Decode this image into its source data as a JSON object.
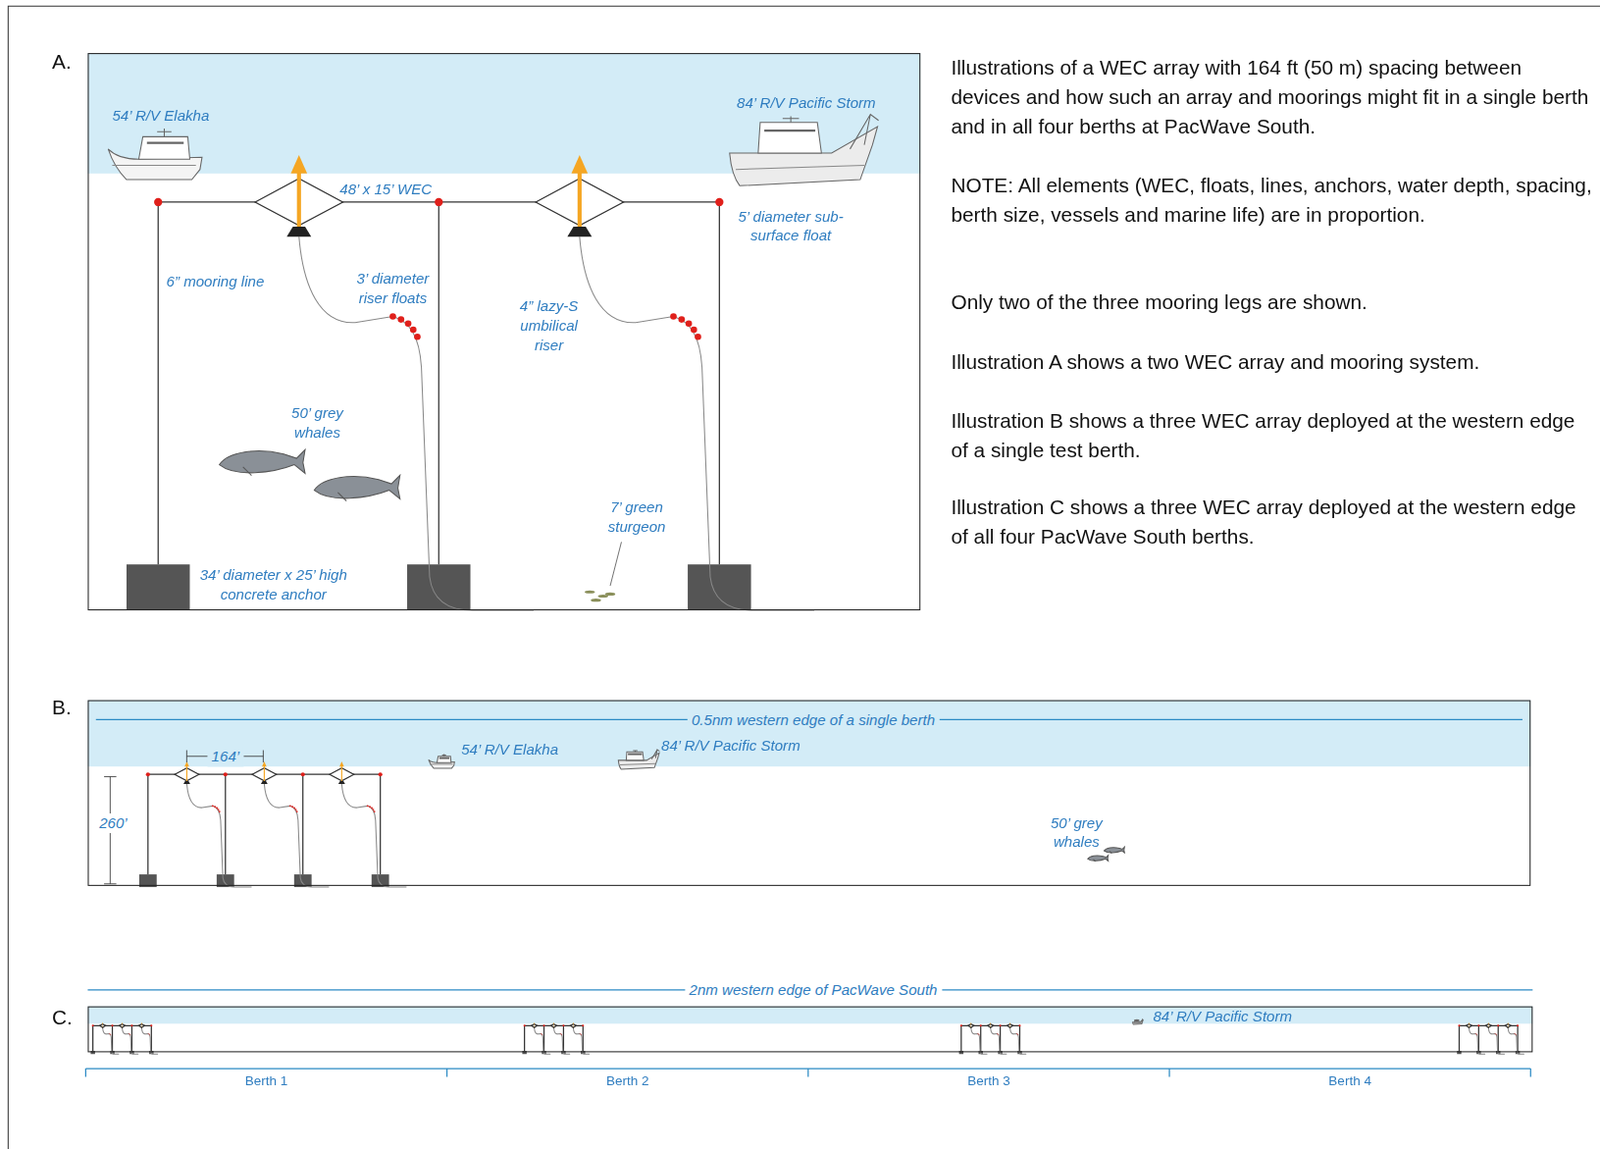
{
  "diagram": {
    "nodes": [
      {
        "text": [
          "A."
        ]
      },
      {
        "text": [
          "B."
        ]
      },
      {
        "text": [
          "C."
        ]
      }
    ],
    "labels": [
      "Illustrations of a WEC array with 164 ft (50 m) spacing between devices and how such an array and moorings might fit in a single berth and in all four berths at PacWave South.",
      "NOTE: All elements (WEC, floats, lines, anchors, water depth, spacing, berth size, vessels and marine life) are in proportion.",
      "Only two of the three mooring legs are shown.",
      "Illustration A shows a two WEC array and mooring system.",
      "Illustration B shows a three WEC array deployed at the western edge of a single test berth.",
      "Illustration C shows a three WEC array deployed at the western edge of all four PacWave South berths.",
      "54’ R/V Elakha",
      "84’ R/V Pacific Storm",
      "48’ x 15’ WEC",
      "5’ diameter sub-surface float",
      "6” mooring line",
      "3’ diameter riser floats",
      "4” lazy-S umbilical riser",
      "50’ grey whales",
      "7’ green sturgeon",
      "34’ diameter x 25’ high concrete anchor",
      "0.5nm western edge of a single berth",
      "164’",
      "260’",
      "54’ R/V Elakha",
      "84’ R/V Pacific Storm",
      "50’ grey whales",
      "2nm western edge of PacWave South",
      "84’ R/V Pacific Storm",
      "Berth 1",
      "Berth 2",
      "Berth 3",
      "Berth 4"
    ]
  }
}
